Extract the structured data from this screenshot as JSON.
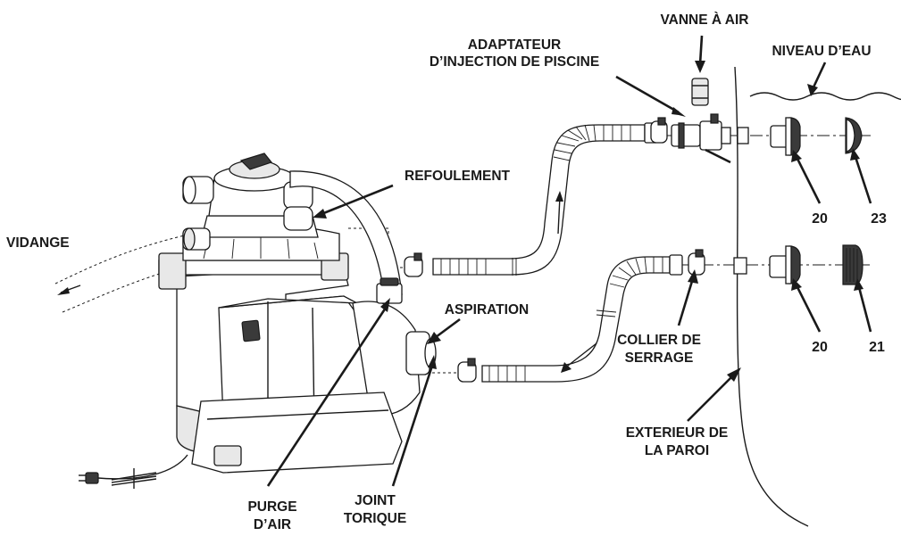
{
  "labels": {
    "air_valve": "VANNE À AIR",
    "injection_adapter_line1": "ADAPTATEUR",
    "injection_adapter_line2": "D’INJECTION DE PISCINE",
    "water_level": "NIVEAU D’EAU",
    "outlet": "REFOULEMENT",
    "drain": "VIDANGE",
    "suction": "ASPIRATION",
    "hose_clamp_line1": "COLLIER DE",
    "hose_clamp_line2": "SERRAGE",
    "wall_exterior_line1": "EXTERIEUR DE",
    "wall_exterior_line2": "LA PAROI",
    "air_purge_line1": "PURGE",
    "air_purge_line2": "D’AIR",
    "o_ring_line1": "JOINT",
    "o_ring_line2": "TORIQUE"
  },
  "part_numbers": {
    "upper_fitting": "20",
    "upper_nozzle": "23",
    "lower_fitting": "20",
    "lower_strainer": "21"
  }
}
